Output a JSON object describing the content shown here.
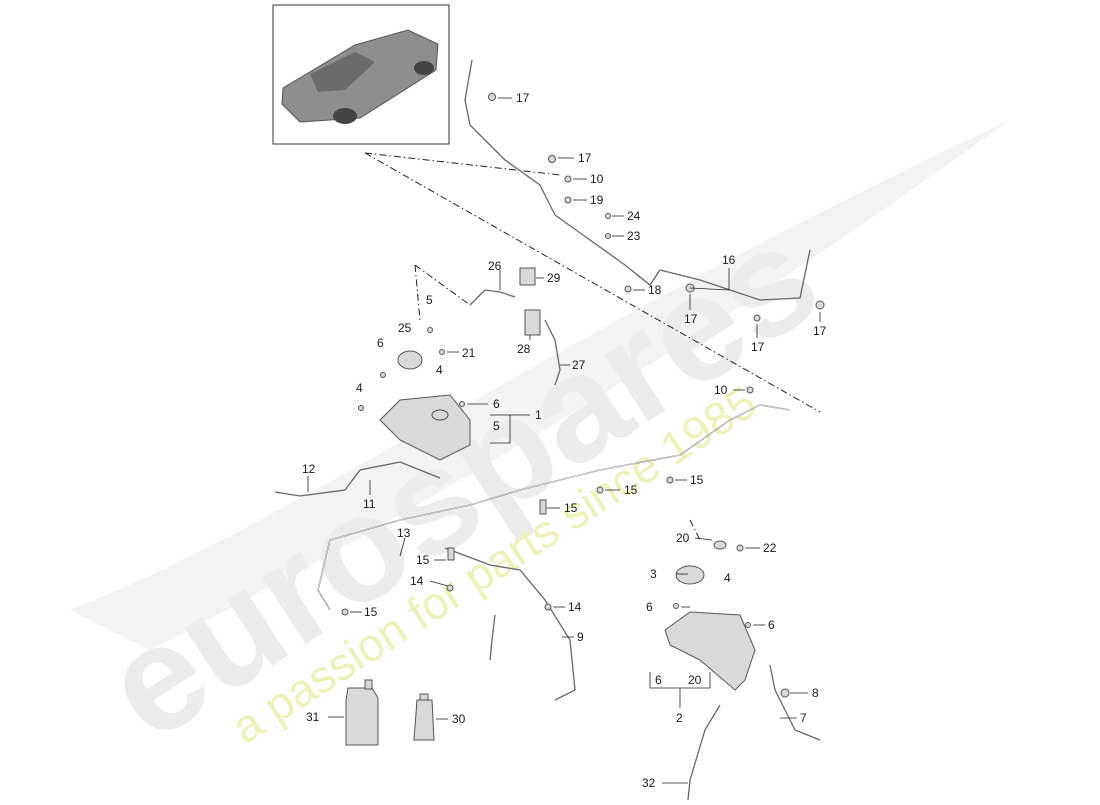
{
  "diagram": {
    "watermark": {
      "brand": "eurospares",
      "tagline": "a passion for parts since 1985"
    },
    "callouts": [
      {
        "id": "c17a",
        "label": "17"
      },
      {
        "id": "c17b",
        "label": "17"
      },
      {
        "id": "c10a",
        "label": "10"
      },
      {
        "id": "c19",
        "label": "19"
      },
      {
        "id": "c24",
        "label": "24"
      },
      {
        "id": "c23",
        "label": "23"
      },
      {
        "id": "c26",
        "label": "26"
      },
      {
        "id": "c29",
        "label": "29"
      },
      {
        "id": "c18",
        "label": "18"
      },
      {
        "id": "c16",
        "label": "16"
      },
      {
        "id": "c17c",
        "label": "17"
      },
      {
        "id": "c17d",
        "label": "17"
      },
      {
        "id": "c17e",
        "label": "17"
      },
      {
        "id": "c5a",
        "label": "5"
      },
      {
        "id": "c25",
        "label": "25"
      },
      {
        "id": "c6a",
        "label": "6"
      },
      {
        "id": "c21",
        "label": "21"
      },
      {
        "id": "c28",
        "label": "28"
      },
      {
        "id": "c27",
        "label": "27"
      },
      {
        "id": "c4a",
        "label": "4"
      },
      {
        "id": "c4b",
        "label": "4"
      },
      {
        "id": "c10b",
        "label": "10"
      },
      {
        "id": "c6b",
        "label": "6"
      },
      {
        "id": "c1",
        "label": "1"
      },
      {
        "id": "c5b",
        "label": "5"
      },
      {
        "id": "c12",
        "label": "12"
      },
      {
        "id": "c11",
        "label": "11"
      },
      {
        "id": "c15a",
        "label": "15"
      },
      {
        "id": "c15b",
        "label": "15"
      },
      {
        "id": "c15c",
        "label": "15"
      },
      {
        "id": "c13",
        "label": "13"
      },
      {
        "id": "c15d",
        "label": "15"
      },
      {
        "id": "c14a",
        "label": "14"
      },
      {
        "id": "c14b",
        "label": "14"
      },
      {
        "id": "c15e",
        "label": "15"
      },
      {
        "id": "c9",
        "label": "9"
      },
      {
        "id": "c20a",
        "label": "20"
      },
      {
        "id": "c22",
        "label": "22"
      },
      {
        "id": "c3",
        "label": "3"
      },
      {
        "id": "c4c",
        "label": "4"
      },
      {
        "id": "c6c",
        "label": "6"
      },
      {
        "id": "c6d",
        "label": "6"
      },
      {
        "id": "c6e",
        "label": "6"
      },
      {
        "id": "c20b",
        "label": "20"
      },
      {
        "id": "c8",
        "label": "8"
      },
      {
        "id": "c2",
        "label": "2"
      },
      {
        "id": "c7",
        "label": "7"
      },
      {
        "id": "c31",
        "label": "31"
      },
      {
        "id": "c30",
        "label": "30"
      },
      {
        "id": "c32",
        "label": "32"
      }
    ]
  }
}
